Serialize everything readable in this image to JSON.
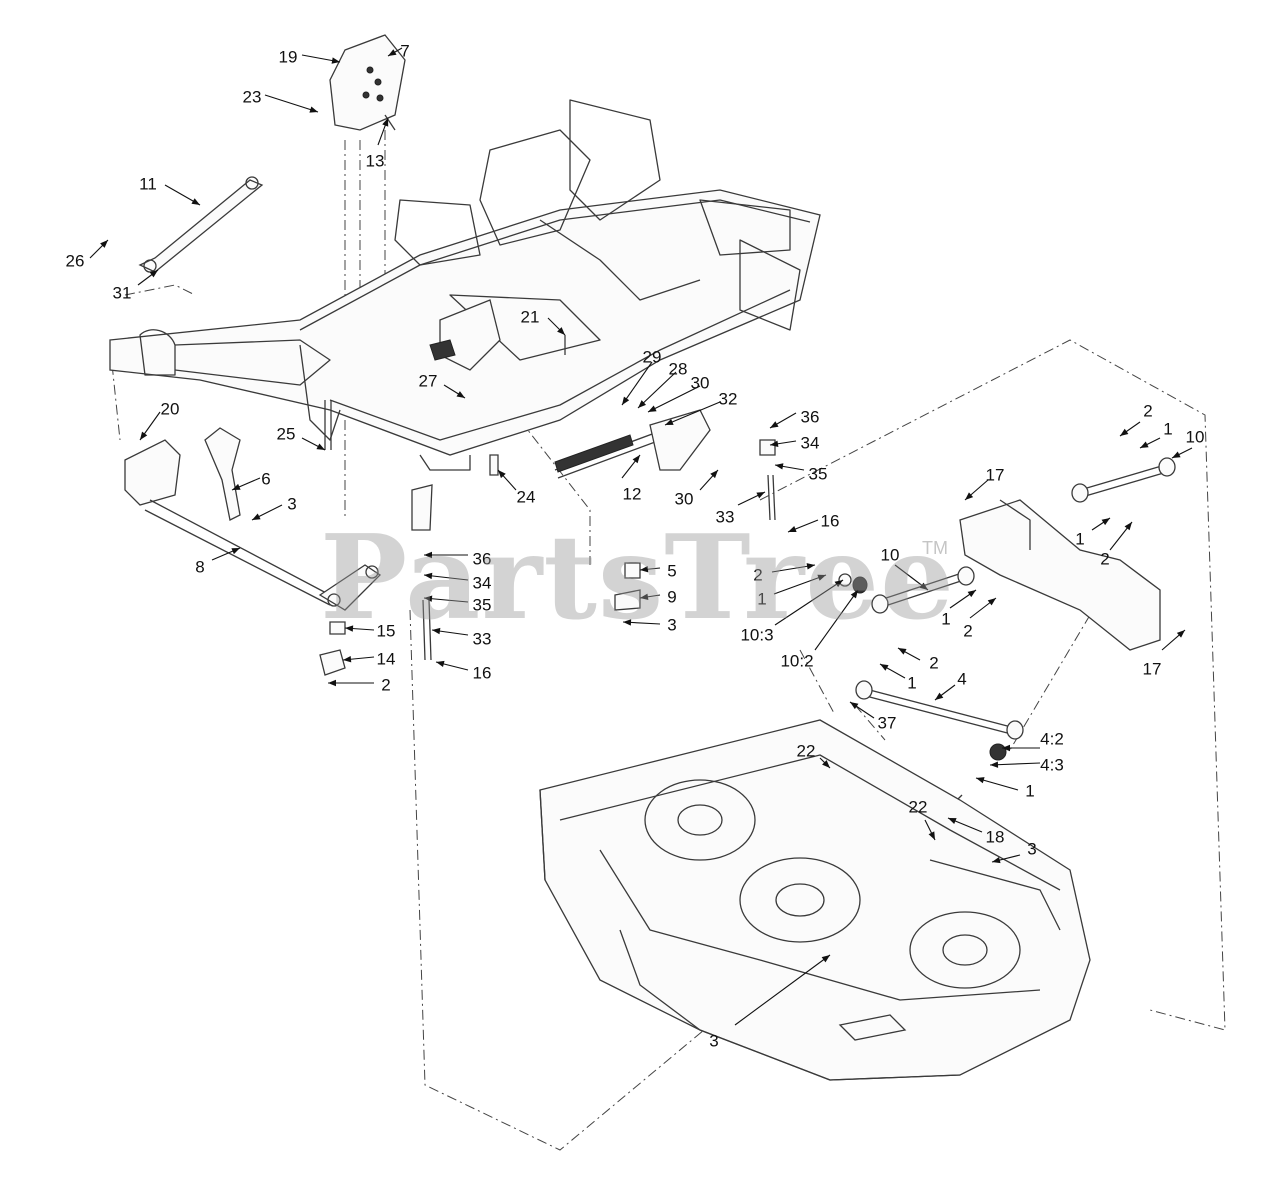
{
  "watermark": {
    "text": "PartsTree",
    "trademark": "TM"
  },
  "callouts": [
    {
      "label": "19"
    },
    {
      "label": "7"
    },
    {
      "label": "23"
    },
    {
      "label": "13"
    },
    {
      "label": "11"
    },
    {
      "label": "26"
    },
    {
      "label": "31"
    },
    {
      "label": "21"
    },
    {
      "label": "29"
    },
    {
      "label": "28"
    },
    {
      "label": "30"
    },
    {
      "label": "32"
    },
    {
      "label": "27"
    },
    {
      "label": "20"
    },
    {
      "label": "25"
    },
    {
      "label": "6"
    },
    {
      "label": "3"
    },
    {
      "label": "24"
    },
    {
      "label": "12"
    },
    {
      "label": "30"
    },
    {
      "label": "36"
    },
    {
      "label": "34"
    },
    {
      "label": "35"
    },
    {
      "label": "33"
    },
    {
      "label": "16"
    },
    {
      "label": "2"
    },
    {
      "label": "1"
    },
    {
      "label": "10"
    },
    {
      "label": "1"
    },
    {
      "label": "2"
    },
    {
      "label": "17"
    },
    {
      "label": "8"
    },
    {
      "label": "36"
    },
    {
      "label": "34"
    },
    {
      "label": "35"
    },
    {
      "label": "33"
    },
    {
      "label": "16"
    },
    {
      "label": "15"
    },
    {
      "label": "14"
    },
    {
      "label": "2"
    },
    {
      "label": "5"
    },
    {
      "label": "9"
    },
    {
      "label": "3"
    },
    {
      "label": "2"
    },
    {
      "label": "1"
    },
    {
      "label": "10:3"
    },
    {
      "label": "10:2"
    },
    {
      "label": "10"
    },
    {
      "label": "1"
    },
    {
      "label": "2"
    },
    {
      "label": "17"
    },
    {
      "label": "2"
    },
    {
      "label": "1"
    },
    {
      "label": "4"
    },
    {
      "label": "37"
    },
    {
      "label": "22"
    },
    {
      "label": "4:2"
    },
    {
      "label": "4:3"
    },
    {
      "label": "1"
    },
    {
      "label": "18"
    },
    {
      "label": "22"
    },
    {
      "label": "3"
    },
    {
      "label": "3"
    }
  ]
}
